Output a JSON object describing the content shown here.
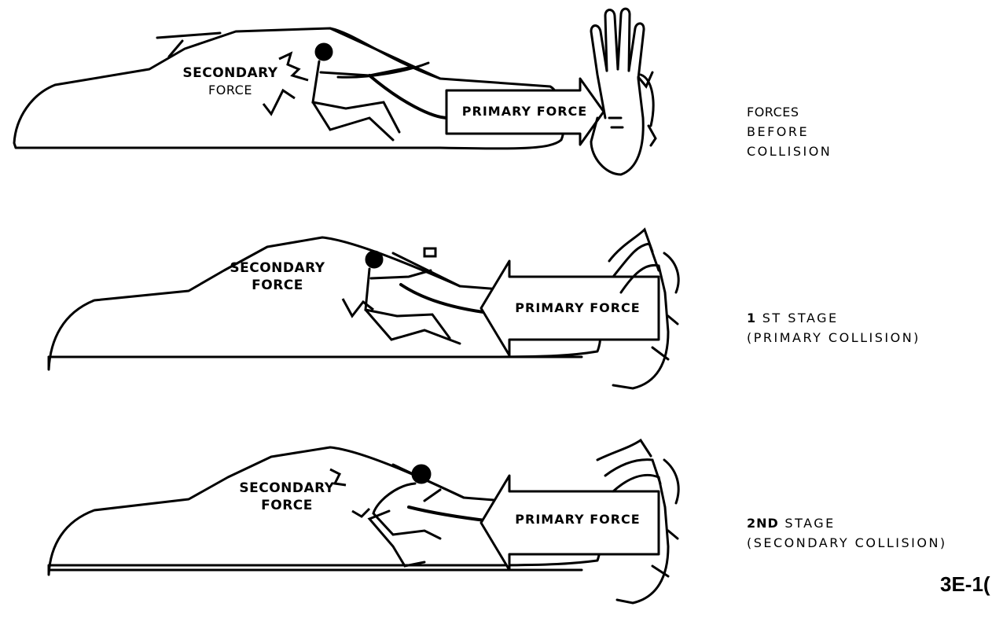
{
  "panels": [
    {
      "secondary_label": "SECONDARY",
      "secondary_label_2": "FORCE",
      "primary_label": "PRIMARY FORCE",
      "caption_line_1": "FORCES",
      "caption_line_2": "BEFORE",
      "caption_line_3": "COLLISION"
    },
    {
      "secondary_label": "SECONDARY",
      "secondary_label_2": "FORCE",
      "primary_label": "PRIMARY FORCE",
      "caption_prefix": "1",
      "caption_line_1": "ST STAGE",
      "caption_line_2": "(PRIMARY COLLISION)"
    },
    {
      "secondary_label": "SECONDARY",
      "secondary_label_2": "FORCE",
      "primary_label": "PRIMARY FORCE",
      "caption_prefix": "2ND",
      "caption_line_1": "STAGE",
      "caption_line_2": "(SECONDARY COLLISION)"
    }
  ],
  "page_number": "3E-1("
}
